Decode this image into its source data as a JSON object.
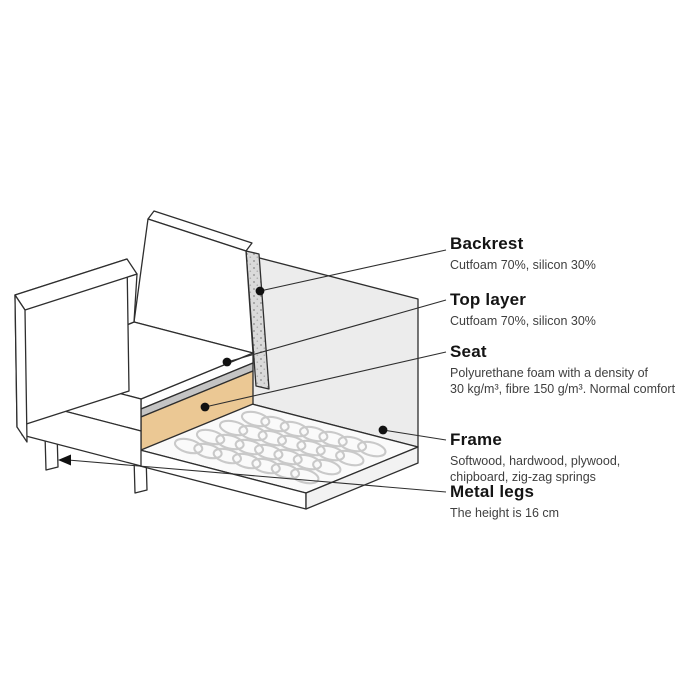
{
  "canvas": {
    "background": "#ffffff"
  },
  "diagram": {
    "name": "Sofa construction cutaway",
    "outline_color": "#2e2e2e",
    "materials": {
      "panel_gray": "#ececec",
      "foam_tan": "#ebc894",
      "speckle_base": "#dadada",
      "speckle_dot": "#9a9a9a",
      "top_layer_gray": "#c4c4c4",
      "spring_gray": "#c9c9c9",
      "callout_dot": "#111111"
    },
    "callouts": [
      {
        "id": "backrest",
        "title": "Backrest",
        "description": "Cutfoam 70%, silicon 30%"
      },
      {
        "id": "top-layer",
        "title": "Top layer",
        "description": "Cutfoam 70%, silicon 30%"
      },
      {
        "id": "seat",
        "title": "Seat",
        "description": "Polyurethane foam with a density of\n30 kg/m³, fibre 150 g/m³. Normal comfort"
      },
      {
        "id": "frame",
        "title": "Frame",
        "description": "Softwood, hardwood, plywood,\nchipboard, zig-zag springs"
      },
      {
        "id": "metal-legs",
        "title": "Metal legs",
        "description": "The height is 16 cm"
      }
    ]
  }
}
